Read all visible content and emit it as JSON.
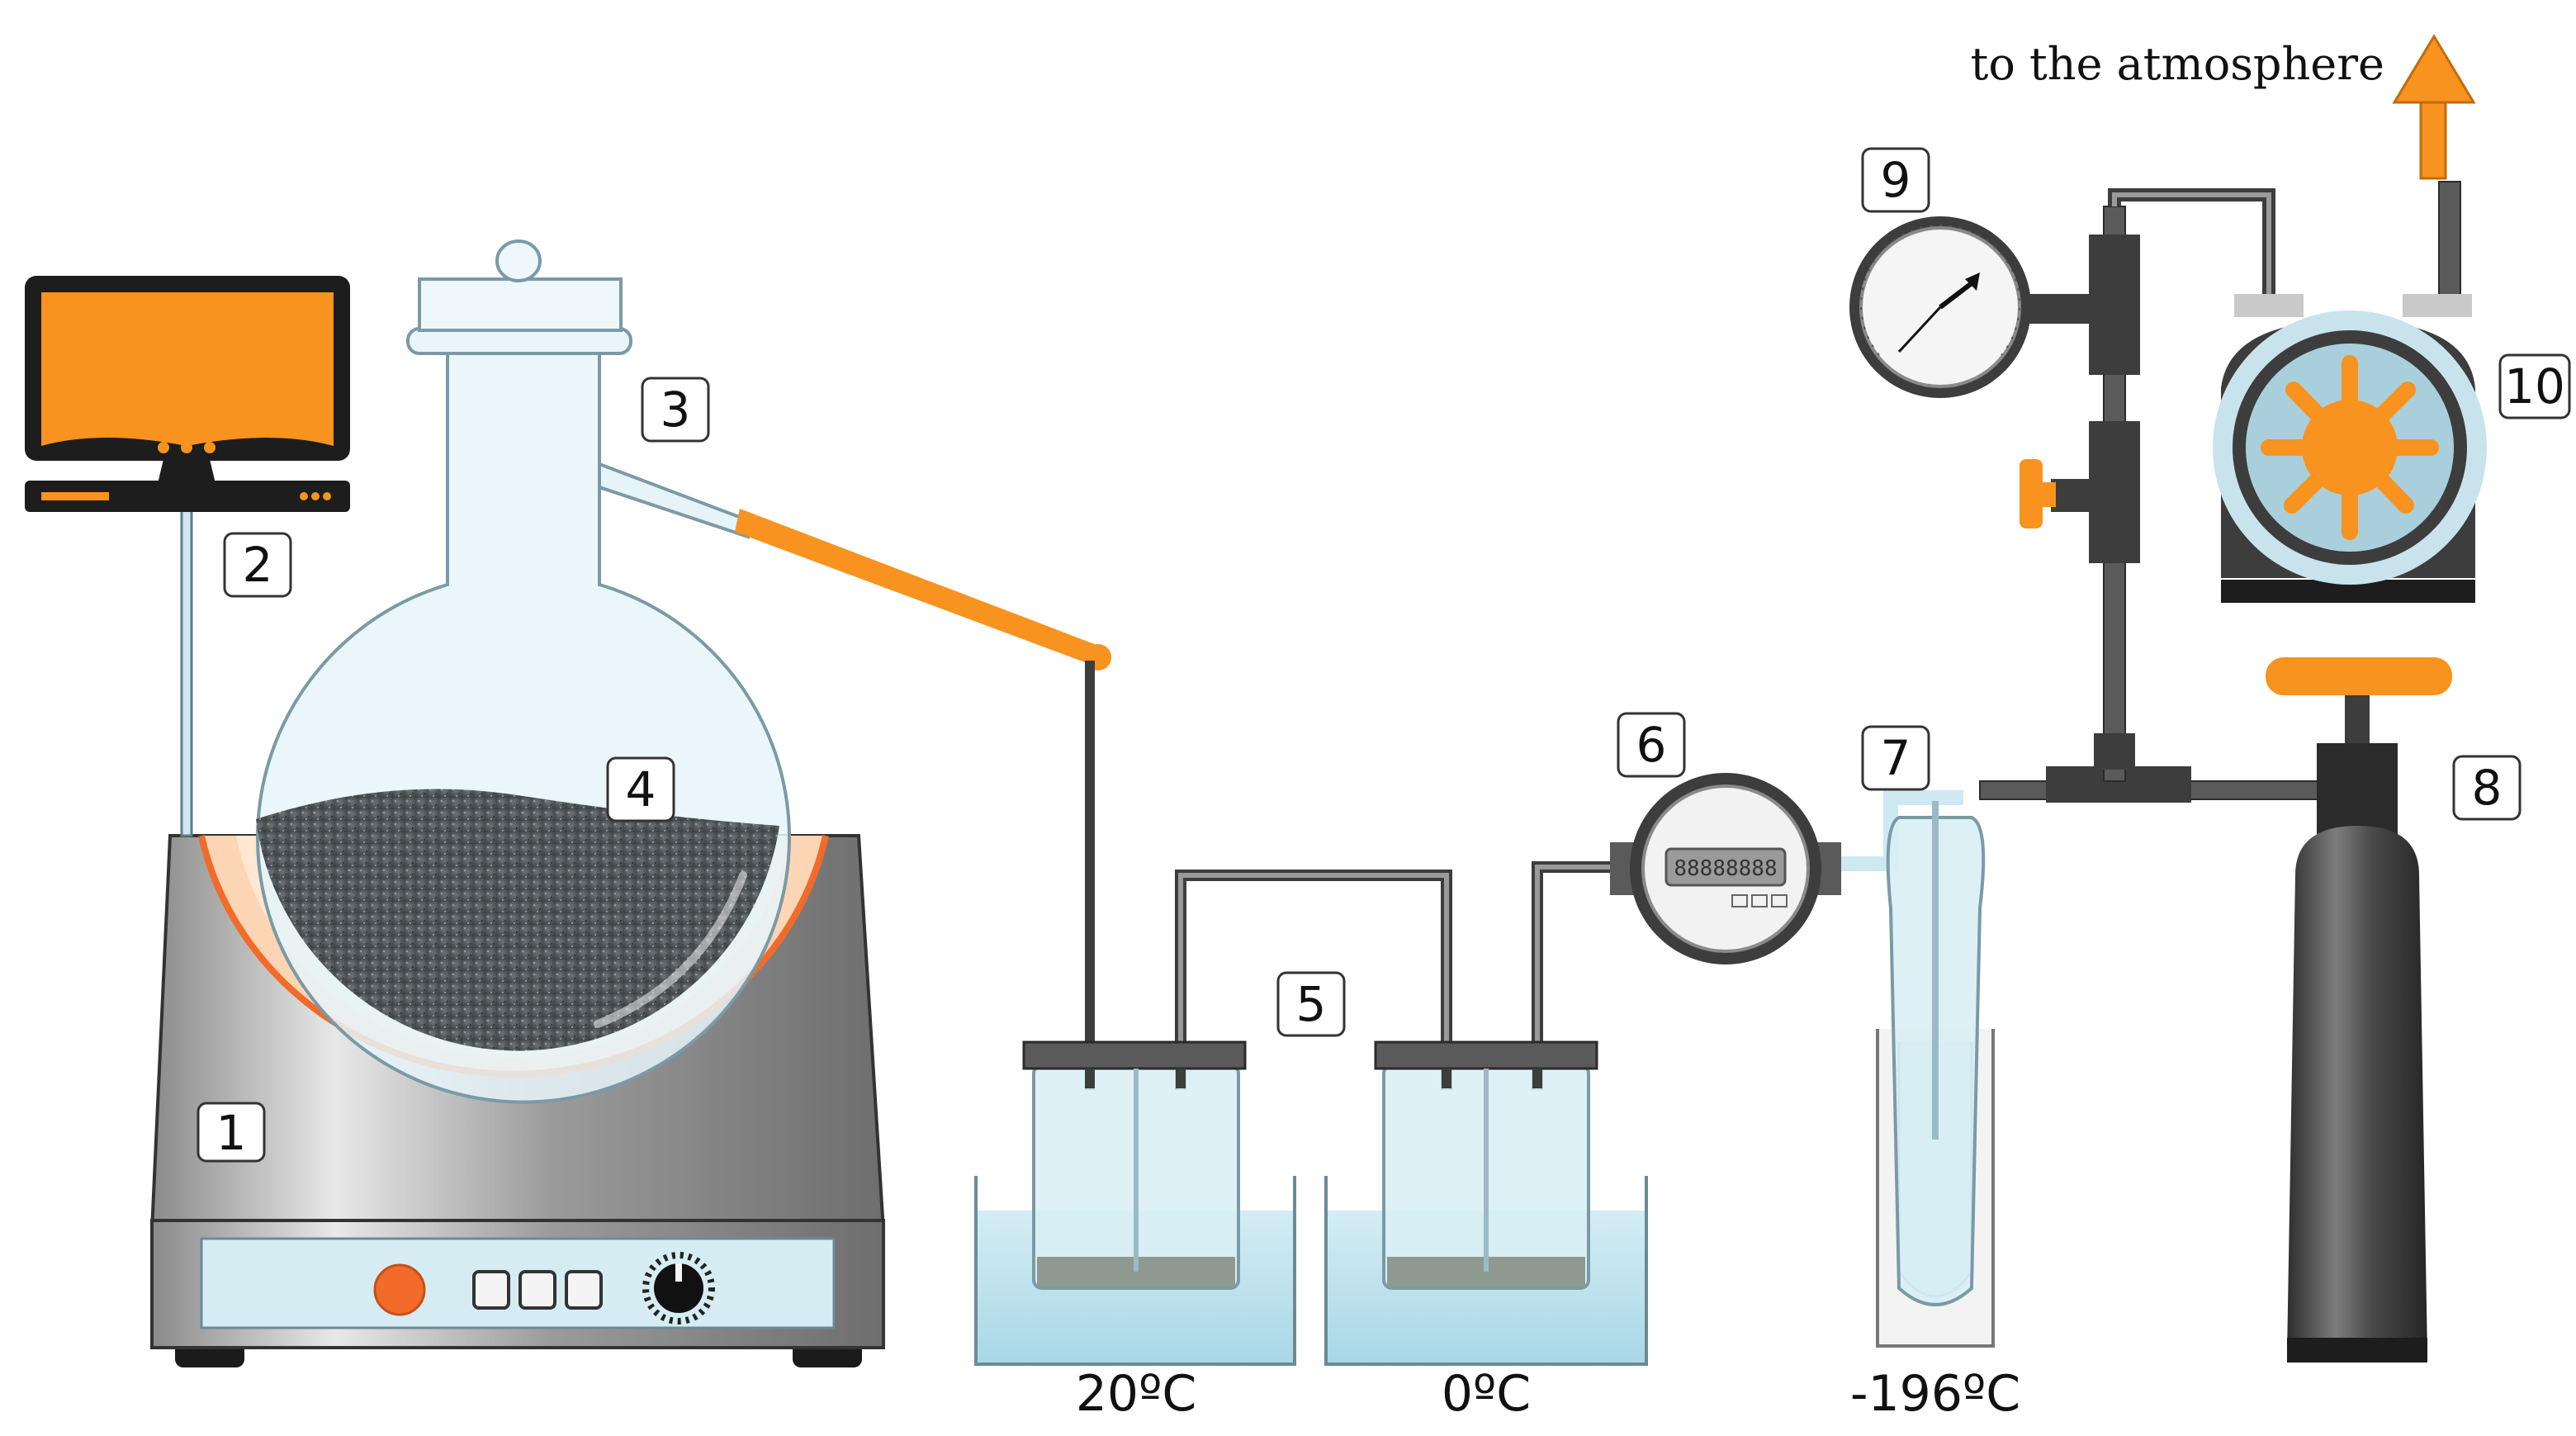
{
  "labels": {
    "hotplate": "1",
    "controller": "2",
    "outlet": "3",
    "flask": "4",
    "bottles": "5",
    "flowmeter": "6",
    "cold_trap": "7",
    "cylinder": "8",
    "gauge": "9",
    "pump": "10"
  },
  "temperatures": {
    "bath1": "20ºC",
    "bath2": "0ºC",
    "dewar": "-196ºC"
  },
  "exhaust": "to the atmosphere",
  "flowmeter_digits": "88888888",
  "colors": {
    "accent_orange": "#f7931e",
    "glass": "#dff1f7",
    "water": "#bfe3ef",
    "steel_dark": "#4a4a4a",
    "steel_light": "#d9d9d9"
  },
  "icons": {
    "monitor": "monitor-icon",
    "gauge": "pressure-gauge-icon",
    "pump": "vacuum-pump-icon",
    "exhaust_arrow": "arrow-up-icon"
  }
}
